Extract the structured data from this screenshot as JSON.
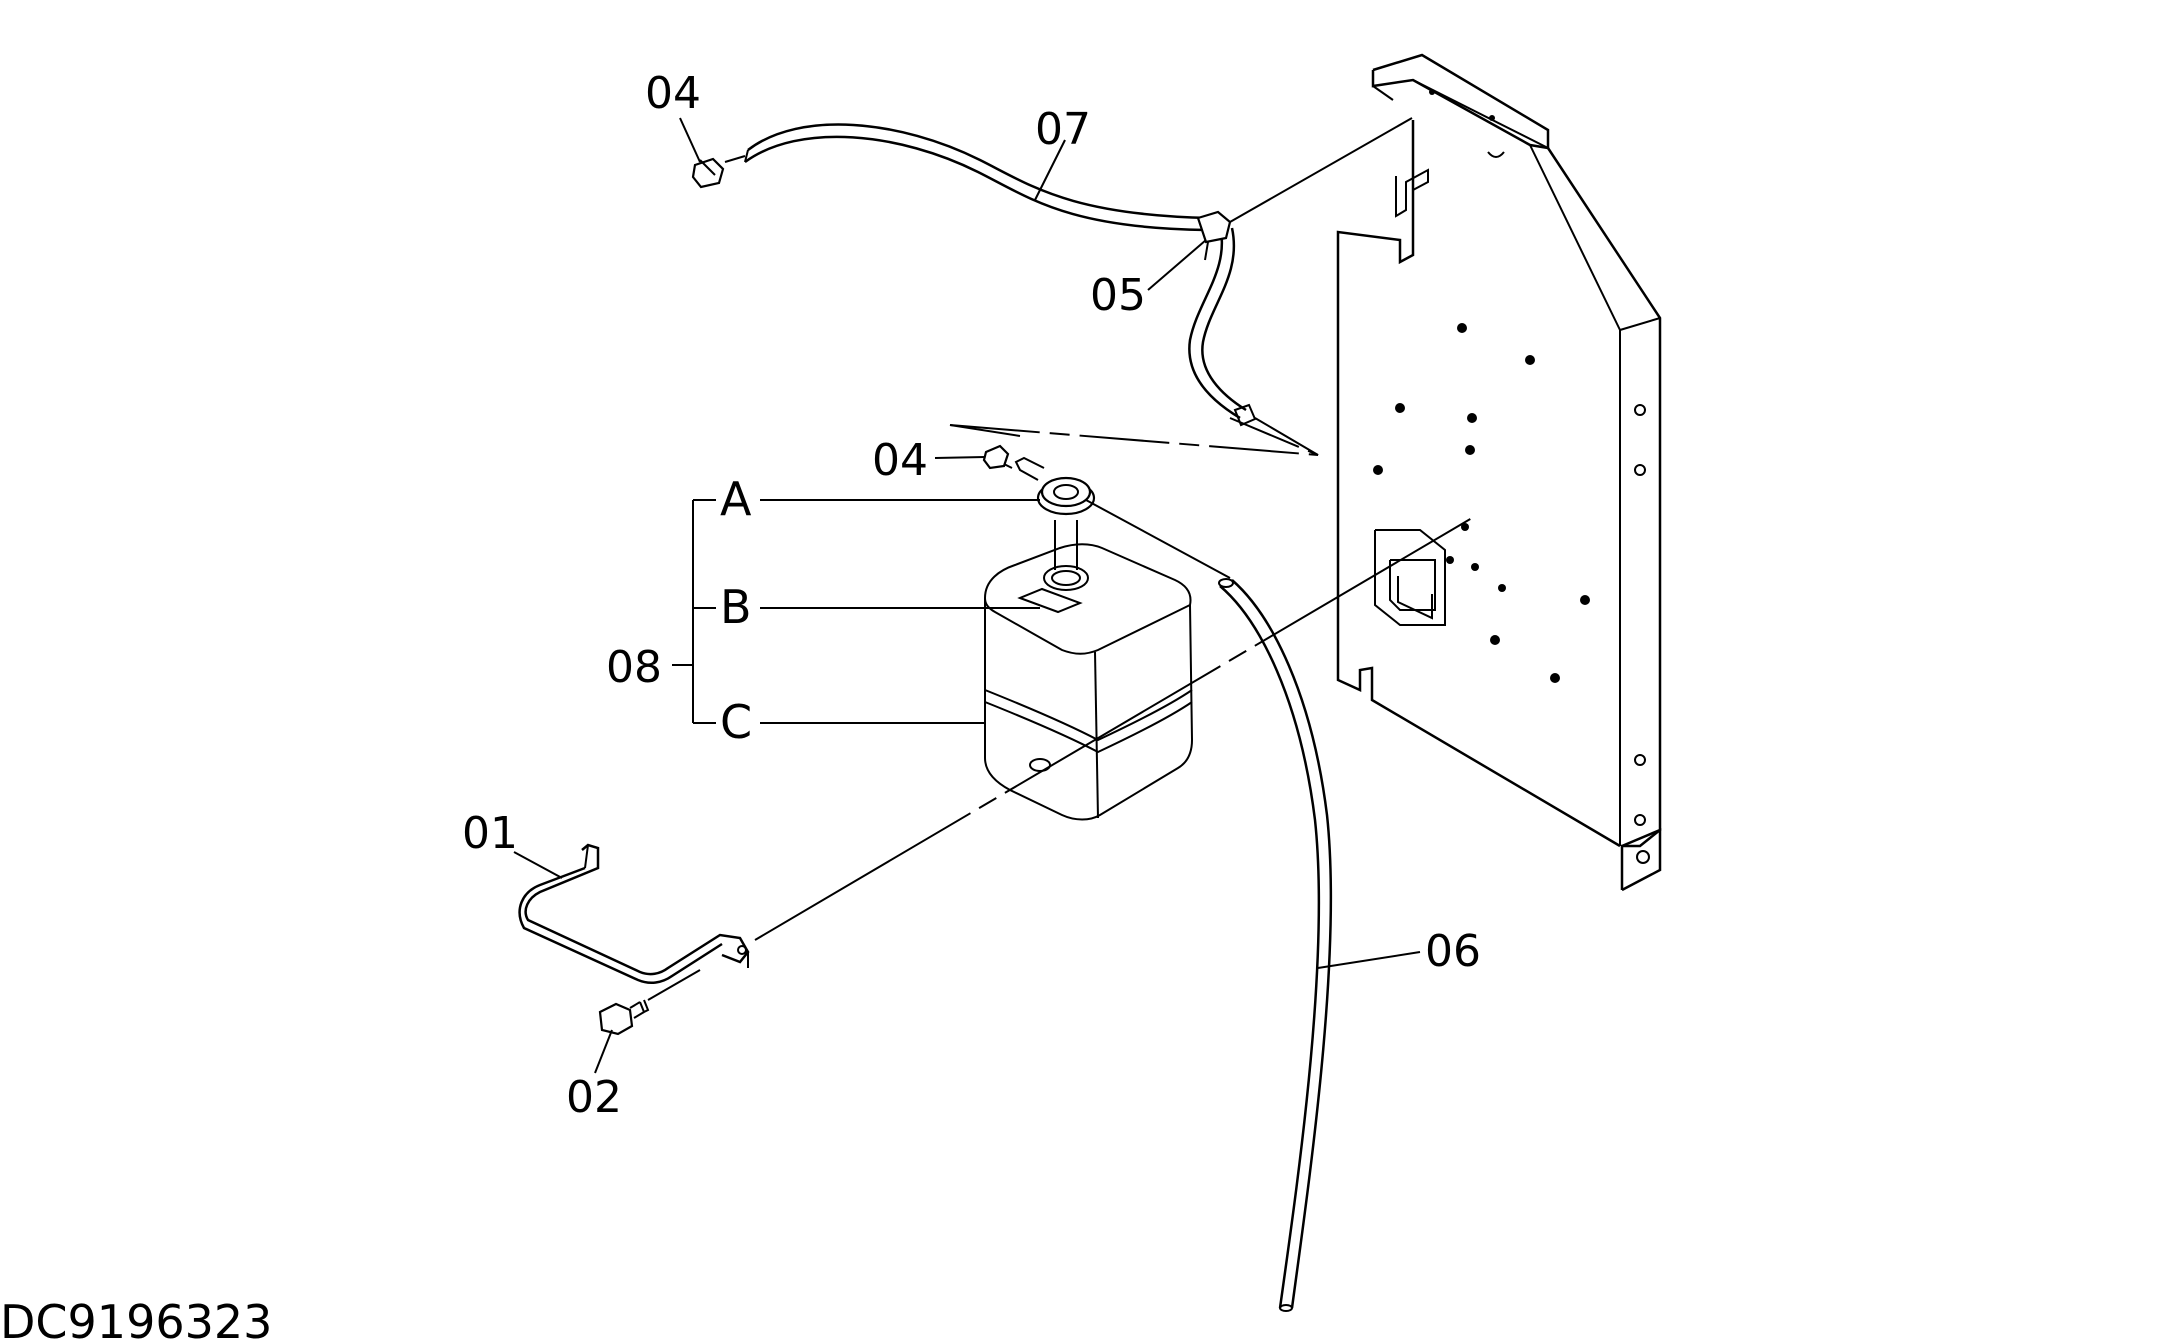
{
  "drawing": {
    "code": "DC9196323",
    "parts": [
      {
        "id": "01",
        "label": "01"
      },
      {
        "id": "02",
        "label": "02"
      },
      {
        "id": "04a",
        "label": "04"
      },
      {
        "id": "04b",
        "label": "04"
      },
      {
        "id": "05",
        "label": "05"
      },
      {
        "id": "06",
        "label": "06"
      },
      {
        "id": "07",
        "label": "07"
      },
      {
        "id": "08",
        "label": "08"
      }
    ],
    "sub_parts": [
      {
        "id": "A",
        "label": "A"
      },
      {
        "id": "B",
        "label": "B"
      },
      {
        "id": "C",
        "label": "C"
      }
    ]
  },
  "colors": {
    "line": "#000000",
    "background": "#ffffff"
  }
}
